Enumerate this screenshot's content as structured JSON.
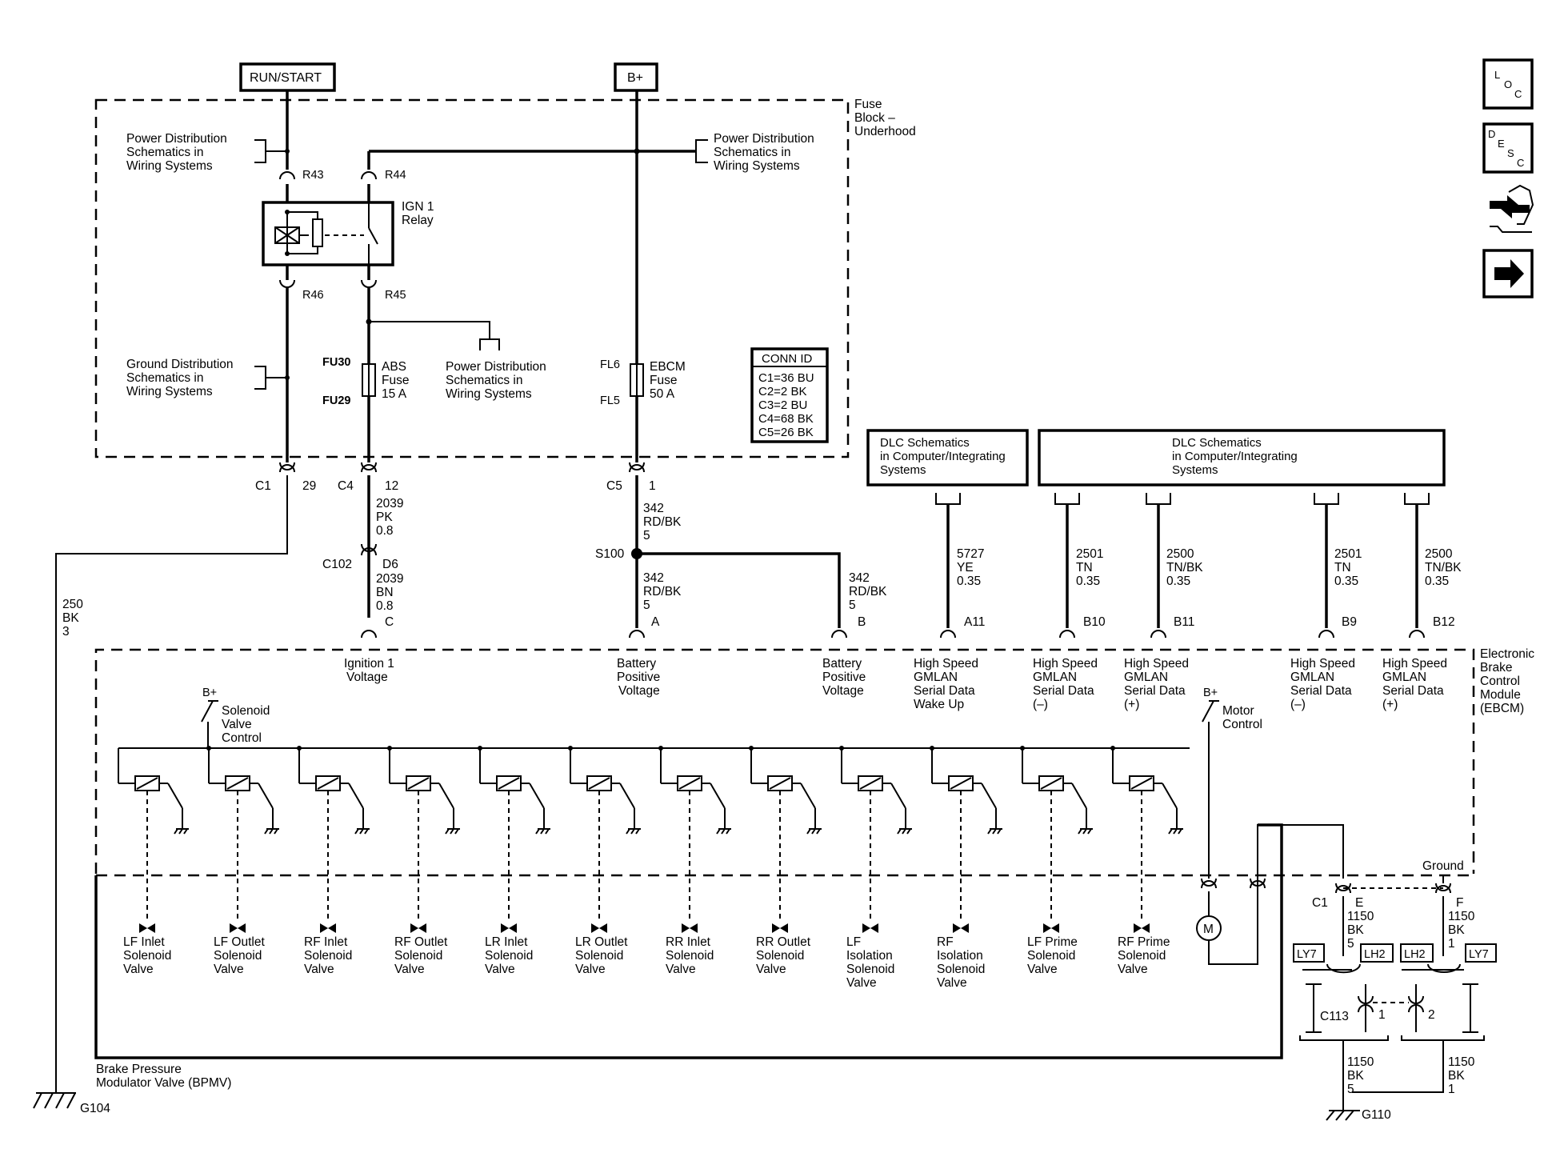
{
  "sources": {
    "run_start": "RUN/START",
    "b_plus": "B+"
  },
  "fuse_block": {
    "title": [
      "Fuse",
      "Block –",
      "Underhood"
    ],
    "ref_power_left": [
      "Power Distribution",
      "Schematics in",
      "Wiring Systems"
    ],
    "ref_power_right": [
      "Power Distribution",
      "Schematics in",
      "Wiring Systems"
    ],
    "ref_ground": [
      "Ground Distribution",
      "Schematics in",
      "Wiring Systems"
    ],
    "ref_power_mid": [
      "Power Distribution",
      "Schematics in",
      "Wiring Systems"
    ],
    "relay_label": [
      "IGN 1",
      "Relay"
    ],
    "terminals": {
      "r43": "R43",
      "r44": "R44",
      "r46": "R46",
      "r45": "R45",
      "fu30": "FU30",
      "fu29": "FU29",
      "fl6": "FL6",
      "fl5": "FL5"
    },
    "abs_fuse": [
      "ABS",
      "Fuse",
      "15 A"
    ],
    "ebcm_fuse": [
      "EBCM",
      "Fuse",
      "50 A"
    ]
  },
  "conn_id": {
    "title": "CONN ID",
    "rows": [
      "C1=36 BU",
      "C2=2 BK",
      "C3=2 BU",
      "C4=68 BK",
      "C5=26 BK"
    ]
  },
  "dlc_boxes": [
    [
      "DLC Schematics",
      "in Computer/Integrating",
      "Systems"
    ],
    [
      "DLC Schematics",
      "in Computer/Integrating",
      "Systems"
    ]
  ],
  "connectors": {
    "c1": "C1",
    "c1_pin": "29",
    "c4": "C4",
    "c4_pin": "12",
    "c5": "C5",
    "c5_pin": "1",
    "c102": "C102",
    "c102_pin": "D6",
    "s100": "S100",
    "pin_c": "C",
    "pin_a": "A",
    "pin_b": "B",
    "a11": "A11",
    "b10": "B10",
    "b11": "B11",
    "b9": "B9",
    "b12": "B12"
  },
  "wires": {
    "w250": [
      "250",
      "BK",
      "3"
    ],
    "w2039_pk": [
      "2039",
      "PK",
      "0.8"
    ],
    "w2039_bn": [
      "2039",
      "BN",
      "0.8"
    ],
    "w342_top": [
      "342",
      "RD/BK",
      "5"
    ],
    "w342_mid": [
      "342",
      "RD/BK",
      "5"
    ],
    "w342_right": [
      "342",
      "RD/BK",
      "5"
    ],
    "w5727": [
      "5727",
      "YE",
      "0.35"
    ],
    "w2501_a": [
      "2501",
      "TN",
      "0.35"
    ],
    "w2500_a": [
      "2500",
      "TN/BK",
      "0.35"
    ],
    "w2501_b": [
      "2501",
      "TN",
      "0.35"
    ],
    "w2500_b": [
      "2500",
      "TN/BK",
      "0.35"
    ]
  },
  "ebcm": {
    "title": [
      "Electronic",
      "Brake",
      "Control",
      "Module",
      "(EBCM)"
    ],
    "inputs": [
      [
        "Ignition 1",
        "Voltage"
      ],
      [
        "Battery",
        "Positive",
        "Voltage"
      ],
      [
        "Battery",
        "Positive",
        "Voltage"
      ],
      [
        "High Speed",
        "GMLAN",
        "Serial Data",
        "Wake Up"
      ],
      [
        "High Speed",
        "GMLAN",
        "Serial Data",
        "(–)"
      ],
      [
        "High Speed",
        "GMLAN",
        "Serial Data",
        "(+)"
      ],
      [
        "High Speed",
        "GMLAN",
        "Serial Data",
        "(–)"
      ],
      [
        "High Speed",
        "GMLAN",
        "Serial Data",
        "(+)"
      ]
    ],
    "solenoid_bplus": "B+",
    "solenoid_control": [
      "Solenoid",
      "Valve",
      "Control"
    ],
    "motor_bplus": "B+",
    "motor_control": [
      "Motor",
      "Control"
    ],
    "ground_label": "Ground",
    "motor_symbol": "M"
  },
  "bpmv": {
    "title": [
      "Brake Pressure",
      "Modulator Valve (BPMV)"
    ],
    "valves": [
      [
        "LF Inlet",
        "Solenoid",
        "Valve"
      ],
      [
        "LF Outlet",
        "Solenoid",
        "Valve"
      ],
      [
        "RF Inlet",
        "Solenoid",
        "Valve"
      ],
      [
        "RF Outlet",
        "Solenoid",
        "Valve"
      ],
      [
        "LR Inlet",
        "Solenoid",
        "Valve"
      ],
      [
        "LR Outlet",
        "Solenoid",
        "Valve"
      ],
      [
        "RR Inlet",
        "Solenoid",
        "Valve"
      ],
      [
        "RR Outlet",
        "Solenoid",
        "Valve"
      ],
      [
        "LF",
        "Isolation",
        "Solenoid",
        "Valve"
      ],
      [
        "RF",
        "Isolation",
        "Solenoid",
        "Valve"
      ],
      [
        "LF Prime",
        "Solenoid",
        "Valve"
      ],
      [
        "RF Prime",
        "Solenoid",
        "Valve"
      ]
    ]
  },
  "ground_circuit": {
    "c1": "C1",
    "pin_e": "E",
    "pin_f": "F",
    "w1150_e": [
      "1150",
      "BK",
      "5"
    ],
    "w1150_f": [
      "1150",
      "BK",
      "1"
    ],
    "w1150_bl": [
      "1150",
      "BK",
      "5"
    ],
    "w1150_br": [
      "1150",
      "BK",
      "1"
    ],
    "ly7_left": "LY7",
    "lh2_left": "LH2",
    "lh2_right": "LH2",
    "ly7_right": "LY7",
    "c113": "C113",
    "pin1": "1",
    "pin2": "2",
    "g110": "G110",
    "g104": "G104"
  },
  "nav": {
    "loc": [
      "L",
      "O",
      "C"
    ],
    "desc": [
      "D",
      "E",
      "S",
      "C"
    ],
    "icons": [
      "connector-icon",
      "next-arrow-icon"
    ]
  }
}
